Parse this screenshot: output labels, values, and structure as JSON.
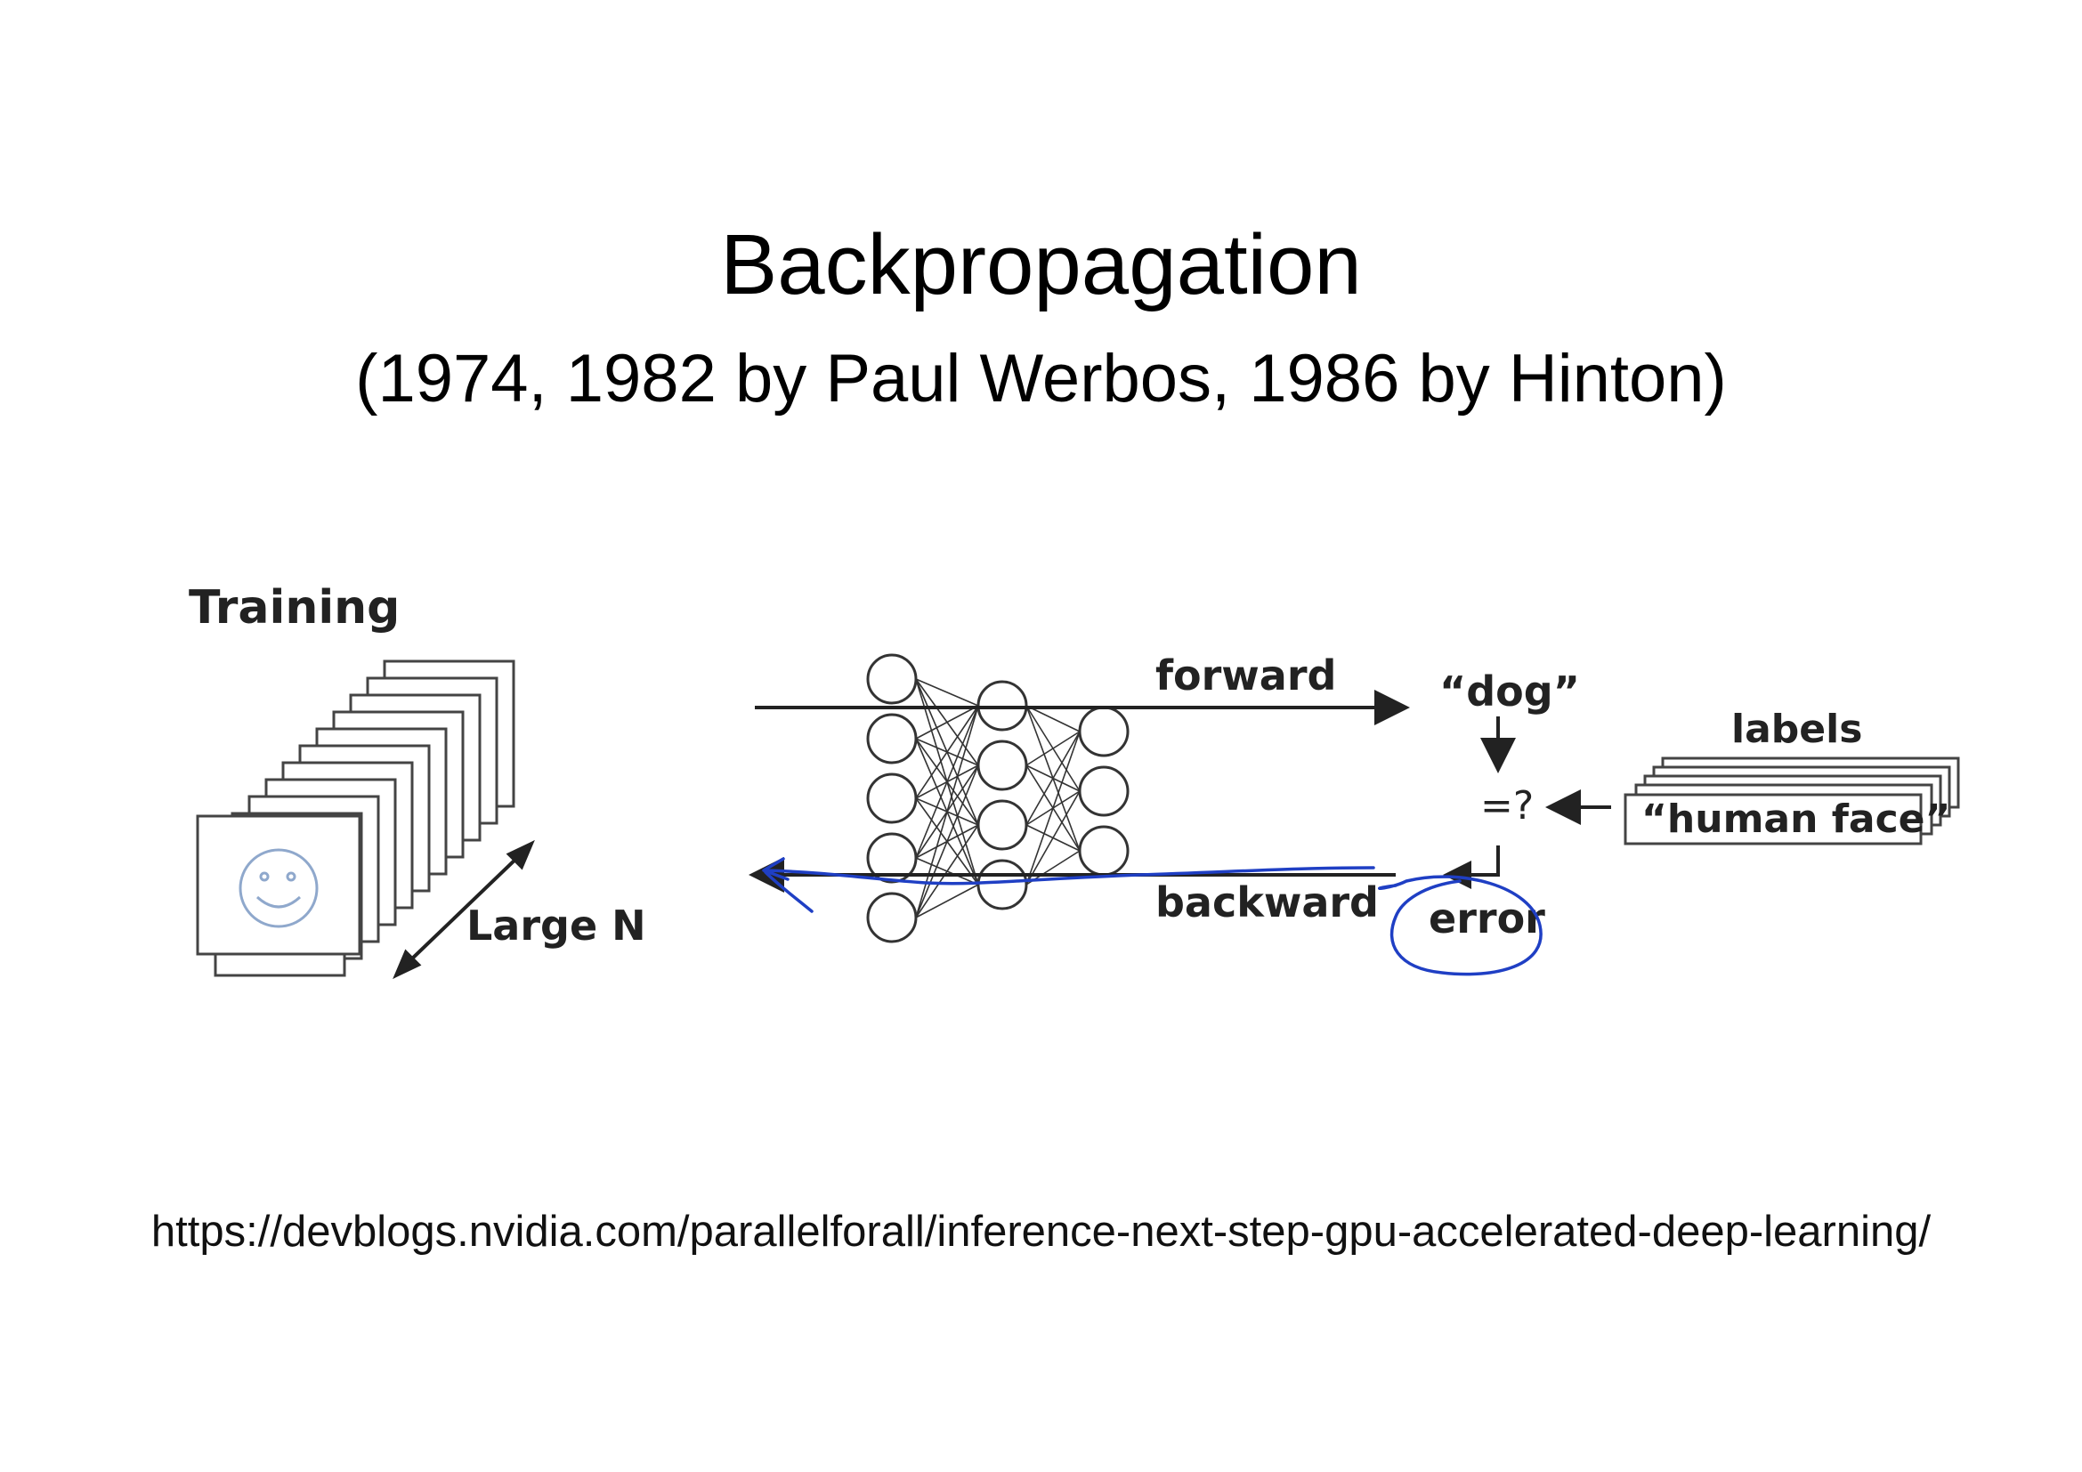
{
  "slide": {
    "title": "Backpropagation",
    "subtitle": "(1974, 1982 by Paul Werbos, 1986 by Hinton)",
    "source_url": "https://devblogs.nvidia.com/parallelforall/inference-next-step-gpu-accelerated-deep-learning/"
  },
  "diagram": {
    "training_label": "Training",
    "dataset_size_label": "Large N",
    "forward_label": "forward",
    "backward_label": "backward",
    "prediction_label": "“dog”",
    "compare_label": "=?",
    "labels_header": "labels",
    "label_example": "“human face”",
    "error_label": "error"
  },
  "colors": {
    "annotation_ink": "#1f3fc4",
    "diagram_ink": "#222222",
    "face_color": "#8fa8cc"
  },
  "icons": {
    "sample_image": "smiley-face-icon"
  }
}
